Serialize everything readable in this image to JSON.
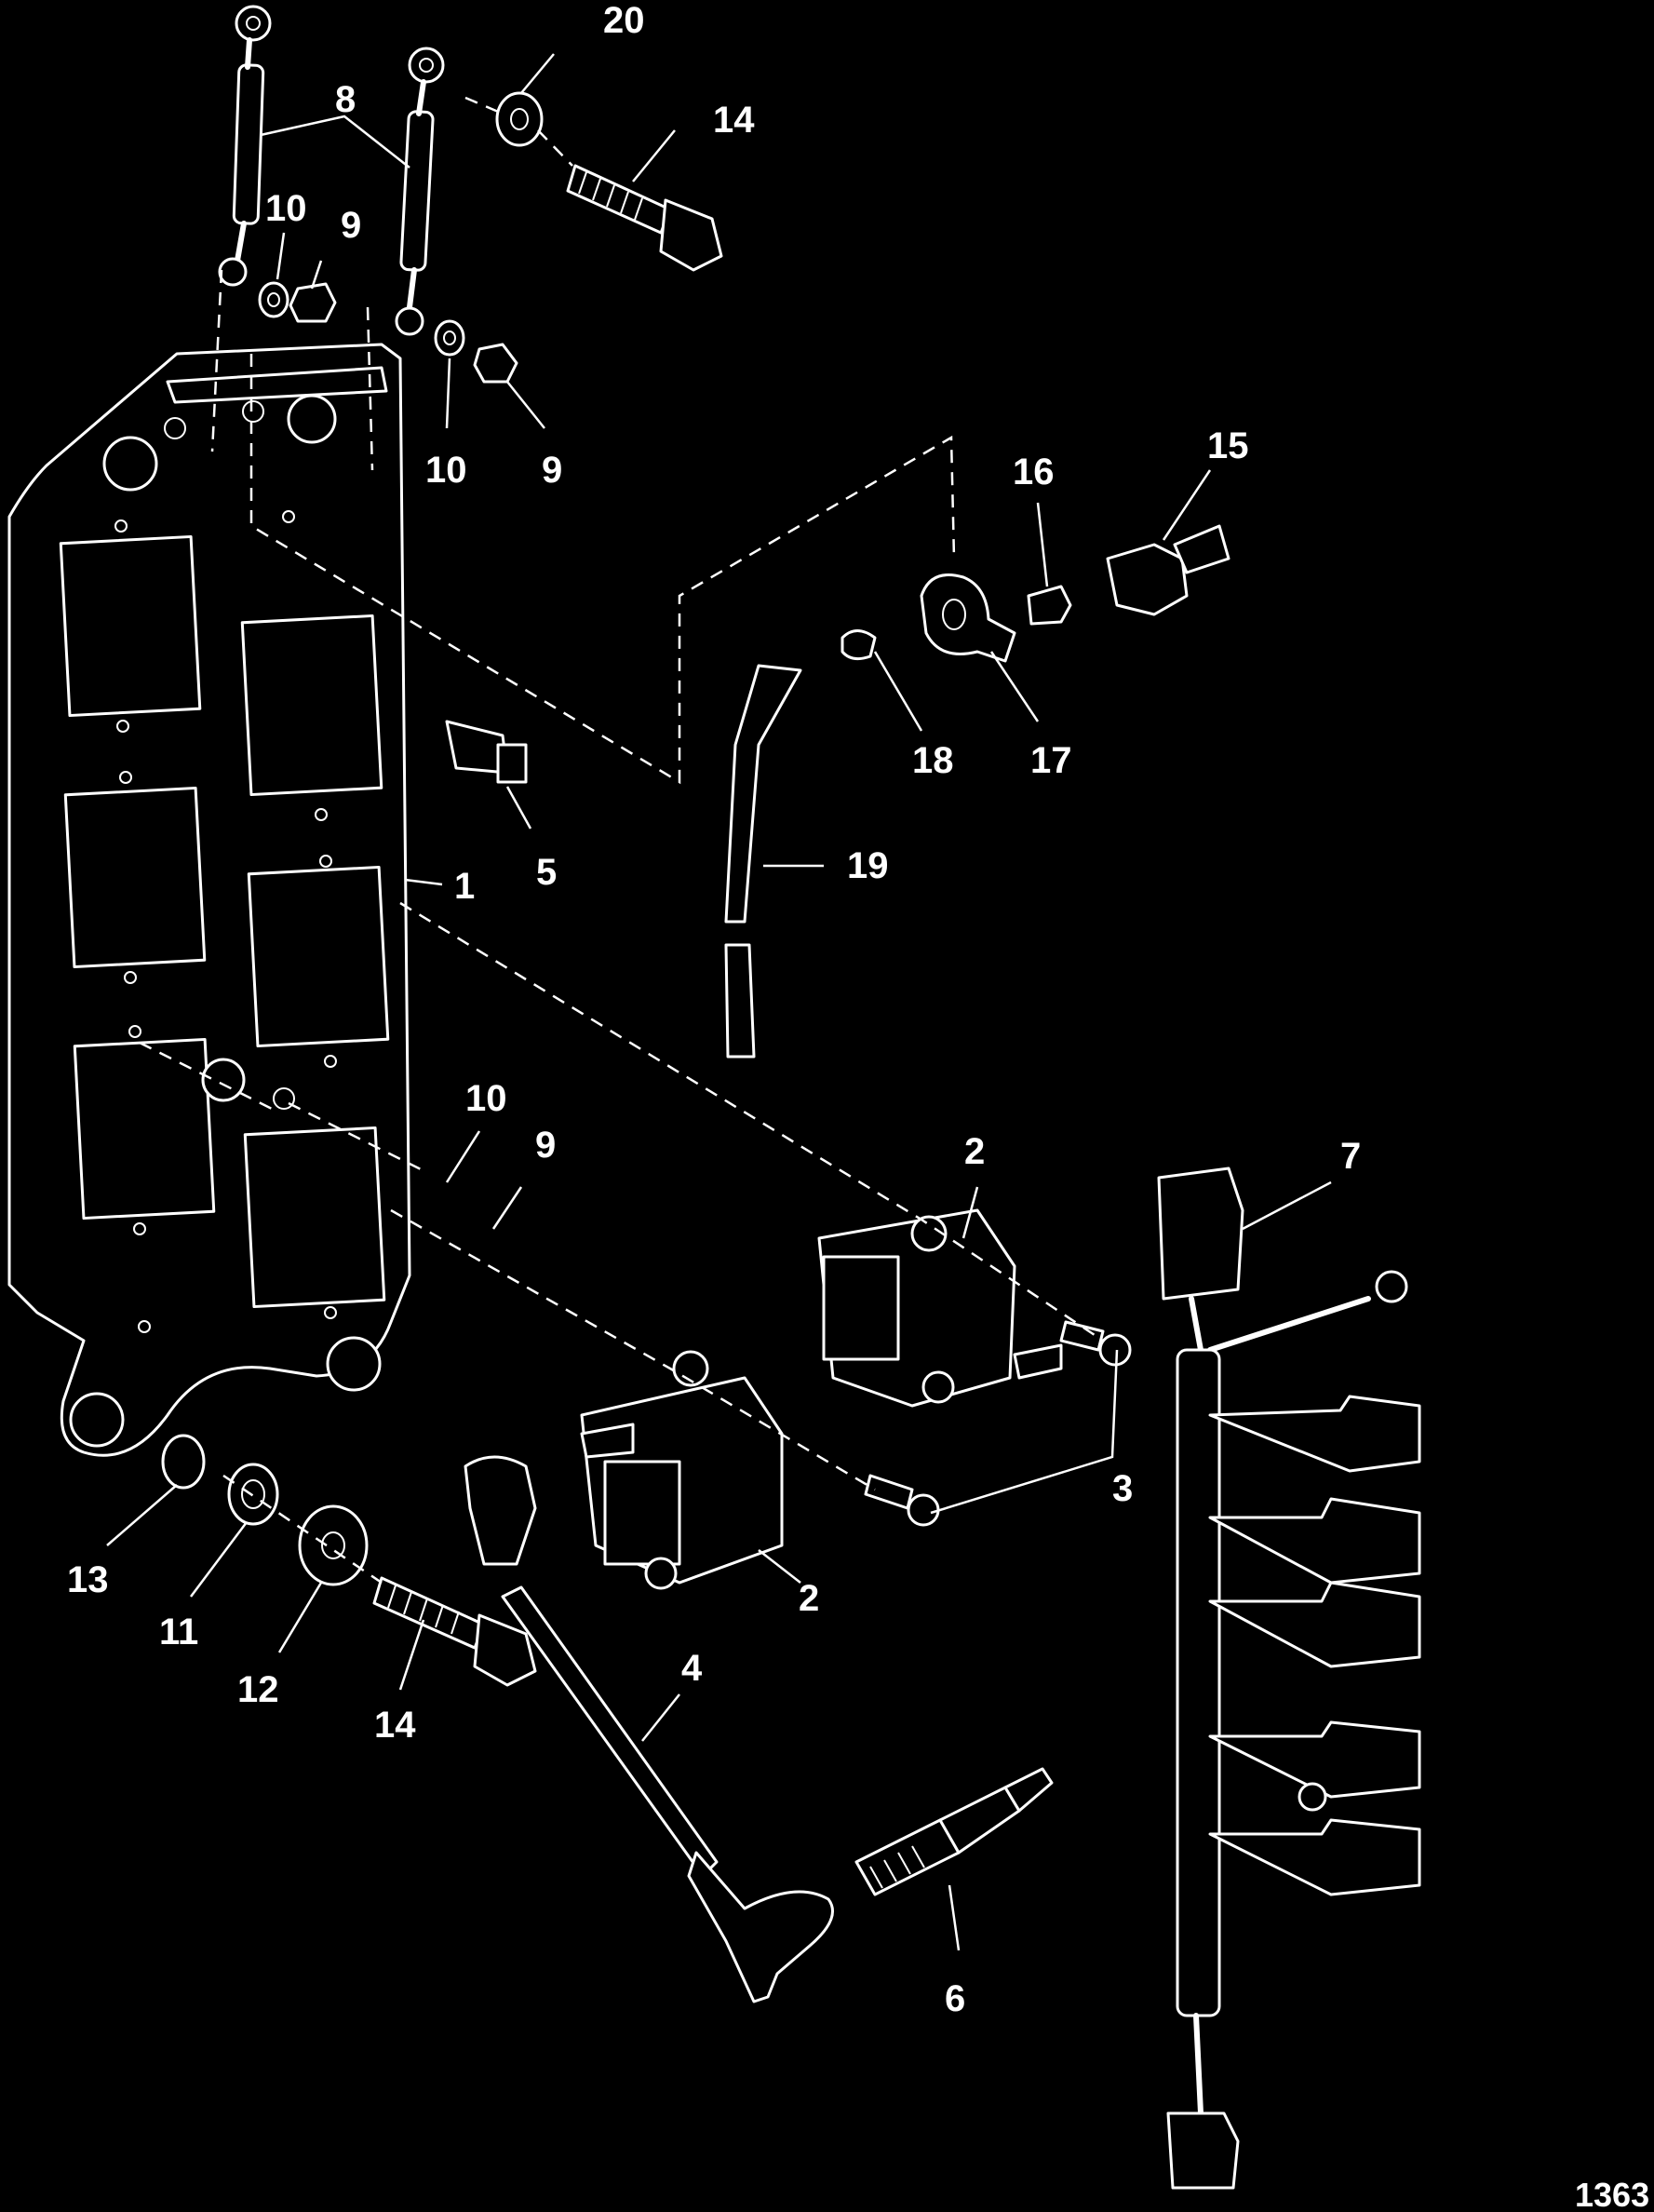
{
  "figure": {
    "number": "1363",
    "callouts": [
      {
        "label": "20"
      },
      {
        "label": "8"
      },
      {
        "label": "14"
      },
      {
        "label": "10"
      },
      {
        "label": "9"
      },
      {
        "label": "10"
      },
      {
        "label": "9"
      },
      {
        "label": "16"
      },
      {
        "label": "15"
      },
      {
        "label": "18"
      },
      {
        "label": "17"
      },
      {
        "label": "5"
      },
      {
        "label": "19"
      },
      {
        "label": "1"
      },
      {
        "label": "10"
      },
      {
        "label": "9"
      },
      {
        "label": "2"
      },
      {
        "label": "7"
      },
      {
        "label": "3"
      },
      {
        "label": "2"
      },
      {
        "label": "13"
      },
      {
        "label": "11"
      },
      {
        "label": "12"
      },
      {
        "label": "14"
      },
      {
        "label": "4"
      },
      {
        "label": "6"
      }
    ]
  },
  "colors": {
    "background": "#000000",
    "line": "#ffffff"
  }
}
